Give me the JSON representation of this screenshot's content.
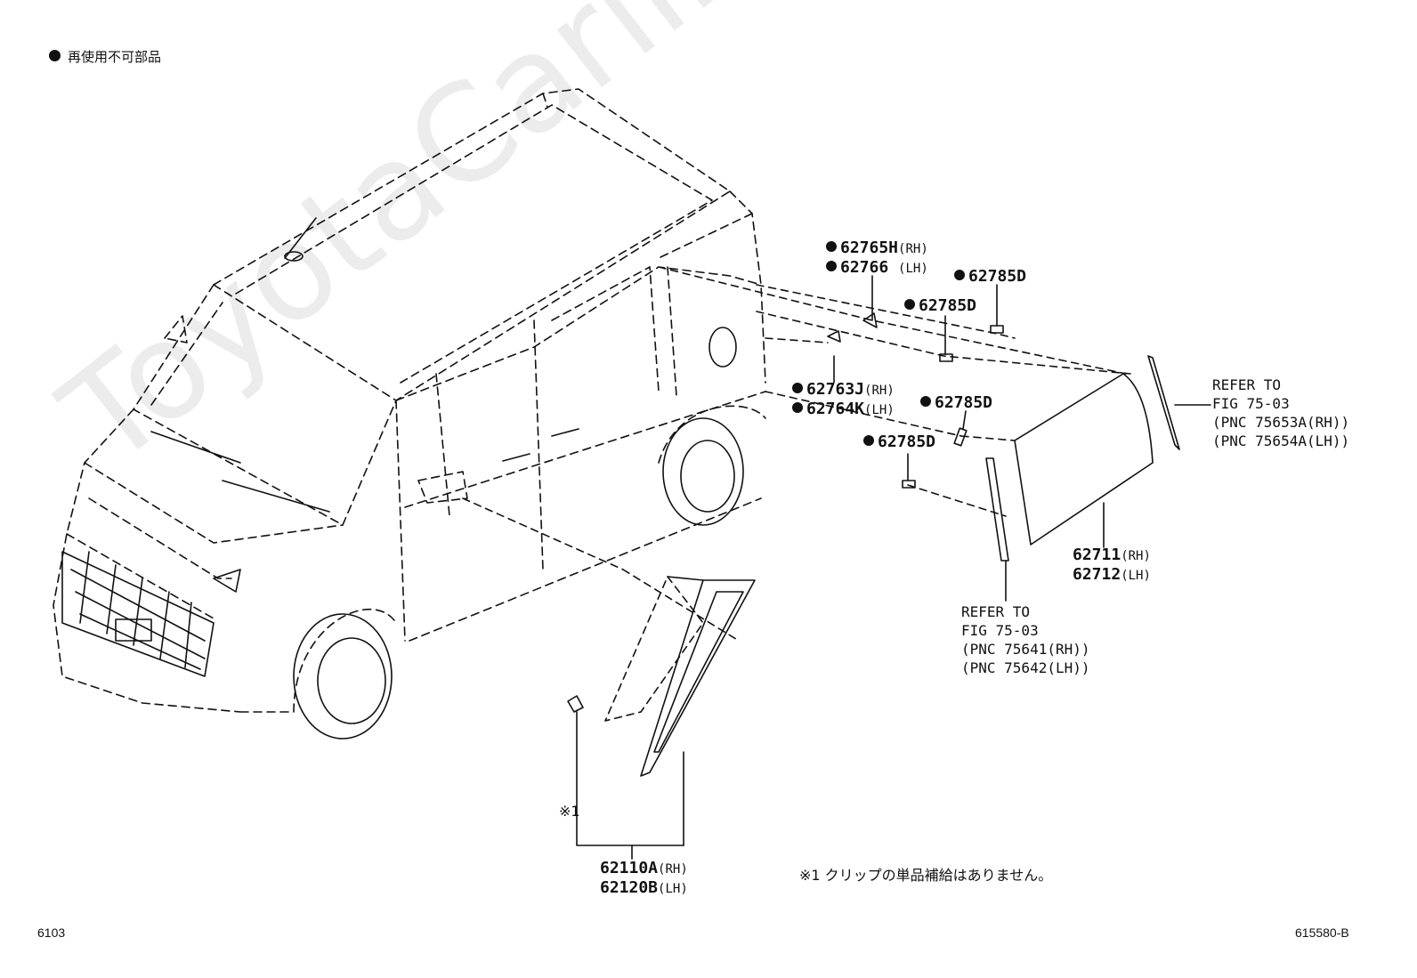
{
  "legend": {
    "text": "再使用不可部品"
  },
  "watermark": "ToyotaCarline.ru",
  "callouts": [
    {
      "part": "62765H",
      "side": "(RH)",
      "nonreusable": true
    },
    {
      "part": "62766",
      "side": "(LH)",
      "nonreusable": true
    },
    {
      "part": "62785D",
      "side": "",
      "nonreusable": true
    },
    {
      "part": "62785D",
      "side": "",
      "nonreusable": true
    },
    {
      "part": "62763J",
      "side": "(RH)",
      "nonreusable": true
    },
    {
      "part": "62764K",
      "side": "(LH)",
      "nonreusable": true
    },
    {
      "part": "62785D",
      "side": "",
      "nonreusable": true
    },
    {
      "part": "62785D",
      "side": "",
      "nonreusable": true
    },
    {
      "part": "62711",
      "side": "(RH)",
      "nonreusable": false
    },
    {
      "part": "62712",
      "side": "(LH)",
      "nonreusable": false
    },
    {
      "part": "62110A",
      "side": "(RH)",
      "nonreusable": false
    },
    {
      "part": "62120B",
      "side": "(LH)",
      "nonreusable": false
    }
  ],
  "references": [
    {
      "lines": [
        "REFER TO",
        "FIG 75-03",
        "(PNC 75653A(RH))",
        "(PNC 75654A(LH))"
      ]
    },
    {
      "lines": [
        "REFER TO",
        "FIG 75-03",
        "(PNC 75641(RH))",
        "(PNC 75642(LH))"
      ]
    }
  ],
  "clip_marker": "※1",
  "footnote": "※1 クリップの単品補給はありません。",
  "page_number": "6103",
  "figure_code": "615580-B"
}
